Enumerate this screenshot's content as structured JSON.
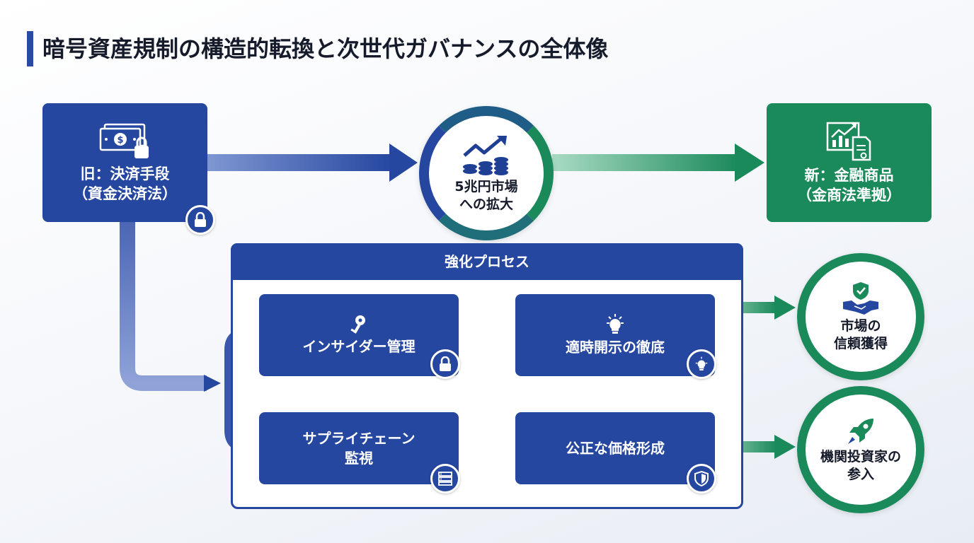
{
  "title": "暗号資産規制の構造的転換と次世代ガバナンスの全体像",
  "old_box": {
    "line1": "旧：決済手段",
    "line2": "（資金決済法）"
  },
  "market_circle": {
    "line1": "5兆円市場",
    "line2": "への拡大"
  },
  "new_box": {
    "line1": "新：金融商品",
    "line2": "（金商法準拠）"
  },
  "process": {
    "header": "強化プロセス",
    "insider": "インサイダー管理",
    "disclosure": "適時開示の徹底",
    "supply_line1": "サプライチェーン",
    "supply_line2": "監視",
    "fair_price": "公正な価格形成"
  },
  "outcome_trust": {
    "line1": "市場の",
    "line2": "信頼獲得"
  },
  "outcome_investors": {
    "line1": "機関投資家の",
    "line2": "参入"
  },
  "colors": {
    "navy": "#2647a0",
    "green": "#1b8a5b",
    "text": "#161b2b"
  },
  "icons": [
    "money-lock-icon",
    "lock-icon",
    "coins-growth-icon",
    "chart-document-icon",
    "key-icon",
    "lightbulb-icon",
    "server-icon",
    "shield-icon",
    "handshake-shield-icon",
    "rocket-icon"
  ]
}
